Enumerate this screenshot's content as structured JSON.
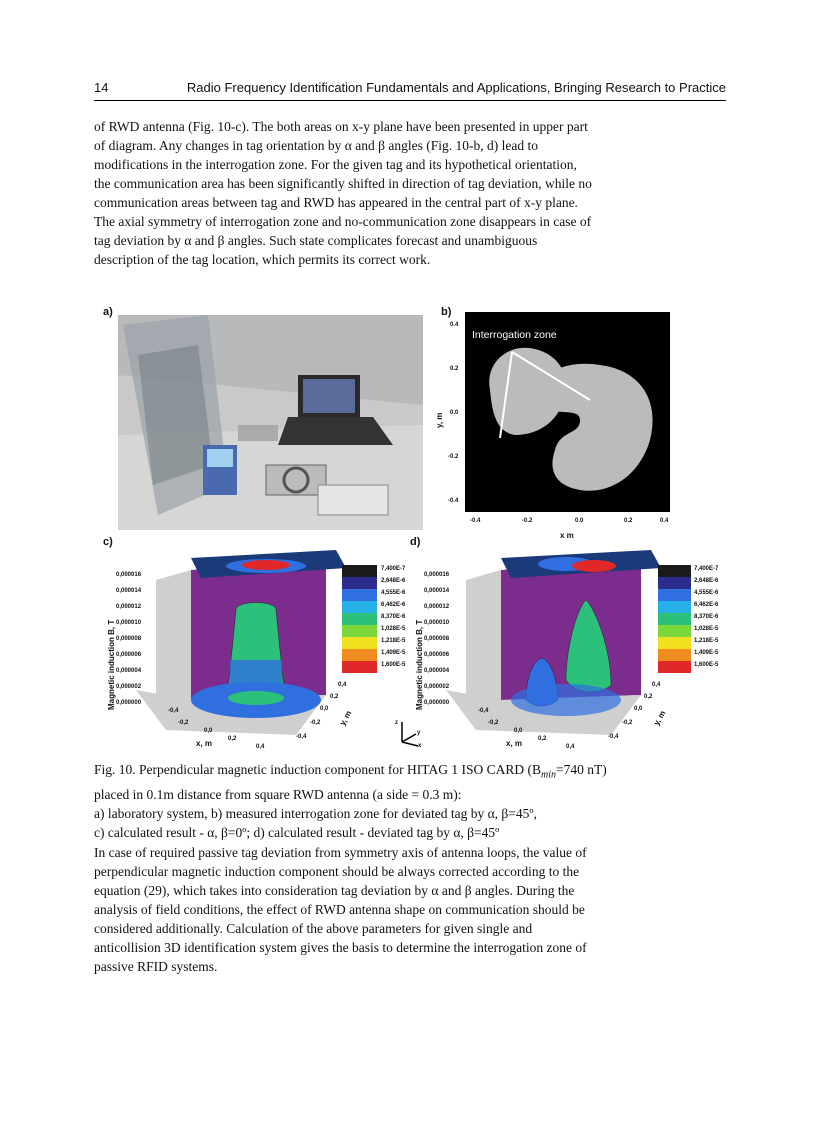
{
  "header": {
    "page_number": "14",
    "running_title": "Radio Frequency Identification Fundamentals and Applications, Bringing Research to Practice"
  },
  "para1": {
    "l1": "of RWD antenna (Fig. 10-c). The both areas on x-y plane have been presented in upper part",
    "l2": "of diagram. Any changes in tag orientation by α and β angles (Fig. 10-b, d) lead to",
    "l3": "modifications in the interrogation zone. For the given tag and its hypothetical orientation,",
    "l4": "the communication area has been significantly shifted in direction of tag deviation, while no",
    "l5": "communication areas between tag and RWD has appeared in the central part of x-y plane."
  },
  "para2": {
    "l1": "The axial symmetry of interrogation zone and no-communication zone disappears in case of",
    "l2": "tag deviation by α and β angles. Such state complicates forecast and unambiguous",
    "l3": "description of the tag location, which permits its correct work."
  },
  "figure": {
    "panel_a": "a)",
    "panel_b": "b)",
    "panel_c": "c)",
    "panel_d": "d)",
    "b_annotation": "Interrogation zone",
    "b_ylabel": "y, m",
    "b_xlabel": "x  m",
    "b_yticks": [
      "0.4",
      "0.2",
      "0.0",
      "-0.2",
      "-0.4"
    ],
    "b_xticks": [
      "-0.4",
      "-0.2",
      "0.0",
      "0.2",
      "0.4"
    ],
    "z_ticks": [
      "0,000016",
      "0,000014",
      "0,000012",
      "0,000010",
      "0,000008",
      "0,000006",
      "0,000004",
      "0,000002",
      "0,000000"
    ],
    "z_label": "Magnetic induction B, T",
    "x_ticks": [
      "-0,4",
      "-0,2",
      "0,0",
      "0,2",
      "0,4"
    ],
    "y_ticks": [
      "0,4",
      "0,2",
      "0,0",
      "-0,2",
      "-0,4"
    ],
    "x_label": "x, m",
    "y_label": "y, m",
    "legend": [
      "7,400E-7",
      "2,648E-6",
      "4,555E-6",
      "6,462E-6",
      "8,370E-6",
      "1,028E-5",
      "1,218E-5",
      "1,409E-5",
      "1,600E-5"
    ],
    "legend_colors": [
      "#1a1a1a",
      "#2c2c8c",
      "#2f6fe0",
      "#26b0e8",
      "#2cc07a",
      "#7cd83a",
      "#f0e020",
      "#f08c20",
      "#e02828"
    ],
    "axes_icon": {
      "z": "z",
      "y": "y",
      "x": "x"
    }
  },
  "caption": {
    "l1": "Fig. 10. Perpendicular magnetic induction component for HITAG 1 ISO CARD (B",
    "l1_sub": "min",
    "l1_end": "=740 nT)",
    "l2": "placed in 0.1m distance from square RWD antenna (a side = 0.3 m):",
    "l3": "a) laboratory system, b) measured interrogation zone for deviated tag by α, β=45º,",
    "l4": "c) calculated result - α, β=0º; d) calculated result - deviated tag by α, β=45º"
  },
  "para3": {
    "l1": "In case of required passive tag deviation from symmetry axis of antenna loops, the value of",
    "l2": "perpendicular magnetic induction component should be always corrected according to the",
    "l3": "equation (29), which takes into consideration tag deviation by α and β angles. During the",
    "l4": "analysis of field conditions, the effect of RWD antenna shape on communication should be",
    "l5": "considered additionally. Calculation of the above parameters for given single and",
    "l6": "anticollision 3D identification system gives the basis to determine the interrogation zone of",
    "l7": "passive RFID systems."
  }
}
